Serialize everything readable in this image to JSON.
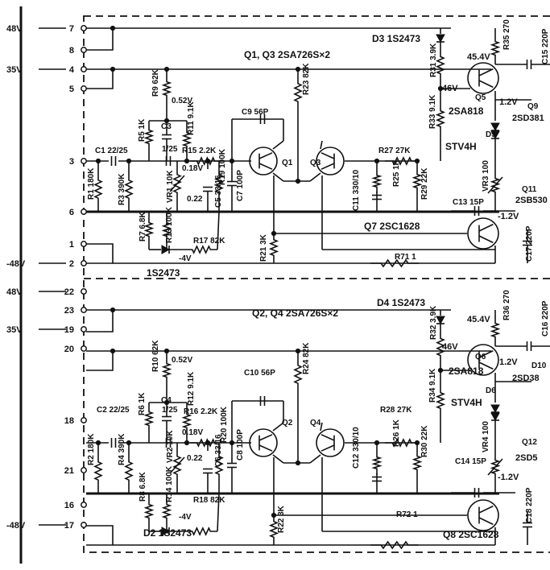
{
  "rails": [
    {
      "label": "48V",
      "pin": "7"
    },
    {
      "label": "",
      "pin": "8"
    },
    {
      "label": "35V",
      "pin": "4"
    },
    {
      "label": "",
      "pin": "5"
    },
    {
      "label": "",
      "pin": "3"
    },
    {
      "label": "",
      "pin": "6"
    },
    {
      "label": "",
      "pin": "1"
    },
    {
      "label": "-48V",
      "pin": "2"
    },
    {
      "label": "48V",
      "pin": "22"
    },
    {
      "label": "",
      "pin": "23"
    },
    {
      "label": "35V",
      "pin": "19"
    },
    {
      "label": "",
      "pin": "20"
    },
    {
      "label": "",
      "pin": "18"
    },
    {
      "label": "",
      "pin": "21"
    },
    {
      "label": "",
      "pin": "16"
    },
    {
      "label": "-48V",
      "pin": "17"
    }
  ],
  "labels": [
    {
      "text": "D3 1S2473"
    },
    {
      "text": "Q1, Q3 2SA726S×2"
    },
    {
      "text": "R35 270"
    },
    {
      "text": "C15 220P"
    },
    {
      "text": "45.4V"
    },
    {
      "text": "R31 3.9K"
    },
    {
      "text": "46V"
    },
    {
      "text": "Q5"
    },
    {
      "text": "R9 62K"
    },
    {
      "text": "R23 82K"
    },
    {
      "text": "0.52V"
    },
    {
      "text": "C9 56P"
    },
    {
      "text": "2SA818"
    },
    {
      "text": "1.2V"
    },
    {
      "text": "Q9"
    },
    {
      "text": "2SD381"
    },
    {
      "text": "R5 1K"
    },
    {
      "text": "C3"
    },
    {
      "text": "R11 9.1K"
    },
    {
      "text": "R33 9.1K"
    },
    {
      "text": "D5"
    },
    {
      "text": "C1 22/25"
    },
    {
      "text": "1/25"
    },
    {
      "text": "R15 2.2K"
    },
    {
      "text": "STV4H"
    },
    {
      "text": "R27 27K"
    },
    {
      "text": "0.18V"
    },
    {
      "text": "Q1"
    },
    {
      "text": "Q3"
    },
    {
      "text": "R1 180K"
    },
    {
      "text": "R3 390K"
    },
    {
      "text": "R19 100K"
    },
    {
      "text": "C7 100P"
    },
    {
      "text": "R25 1K"
    },
    {
      "text": "R29 22K"
    },
    {
      "text": "VR1 10K"
    },
    {
      "text": "0.22"
    },
    {
      "text": "C5 33/16"
    },
    {
      "text": "C11 330/10"
    },
    {
      "text": "VR3 100"
    },
    {
      "text": "Q11"
    },
    {
      "text": "2SB530"
    },
    {
      "text": "C13 15P"
    },
    {
      "text": "Q7 2SC1628"
    },
    {
      "text": "-1.2V"
    },
    {
      "text": "R7 6.8K"
    },
    {
      "text": "R13 100K"
    },
    {
      "text": "R17 82K"
    },
    {
      "text": "-4V"
    },
    {
      "text": "R21 3K"
    },
    {
      "text": "C17 220P"
    },
    {
      "text": "R71 1"
    },
    {
      "text": "1S2473"
    },
    {
      "text": "D4 1S2473"
    },
    {
      "text": "Q2, Q4 2SA726S×2"
    },
    {
      "text": "R36 270"
    },
    {
      "text": "45.4V"
    },
    {
      "text": "R32 3.9K"
    },
    {
      "text": "C16 220P"
    },
    {
      "text": "R10 62K"
    },
    {
      "text": "R24 82K"
    },
    {
      "text": "46V"
    },
    {
      "text": "Q6"
    },
    {
      "text": "0.52V"
    },
    {
      "text": "2SA818"
    },
    {
      "text": "1.2V"
    },
    {
      "text": "D10"
    },
    {
      "text": "2SD38"
    },
    {
      "text": "R6 1K"
    },
    {
      "text": "C4"
    },
    {
      "text": "R12 9.1K"
    },
    {
      "text": "C10 56P"
    },
    {
      "text": "R34 9.1K"
    },
    {
      "text": "D6"
    },
    {
      "text": "STV4H"
    },
    {
      "text": "C2 22/25"
    },
    {
      "text": "1/25"
    },
    {
      "text": "R16 2.2K"
    },
    {
      "text": "R28 27K"
    },
    {
      "text": "Q2"
    },
    {
      "text": "Q4"
    },
    {
      "text": "0.18V"
    },
    {
      "text": "R2 180K"
    },
    {
      "text": "R4 390K"
    },
    {
      "text": "R20 100K"
    },
    {
      "text": "C8 100P"
    },
    {
      "text": "R26 1K"
    },
    {
      "text": "R30 22K"
    },
    {
      "text": "VR2 10K"
    },
    {
      "text": "0.22"
    },
    {
      "text": "C6 33/16"
    },
    {
      "text": "C12 330/10"
    },
    {
      "text": "VR4 100"
    },
    {
      "text": "Q12"
    },
    {
      "text": "2SD5"
    },
    {
      "text": "C14 15P"
    },
    {
      "text": "-1.2V"
    },
    {
      "text": "R8 6.8K"
    },
    {
      "text": "R14 100K"
    },
    {
      "text": "R18 82K"
    },
    {
      "text": "-4V"
    },
    {
      "text": "R22 3K"
    },
    {
      "text": "C18 220P"
    },
    {
      "text": "R72 1"
    },
    {
      "text": "D2 1S2473"
    },
    {
      "text": "Q8 2SC1628"
    }
  ]
}
